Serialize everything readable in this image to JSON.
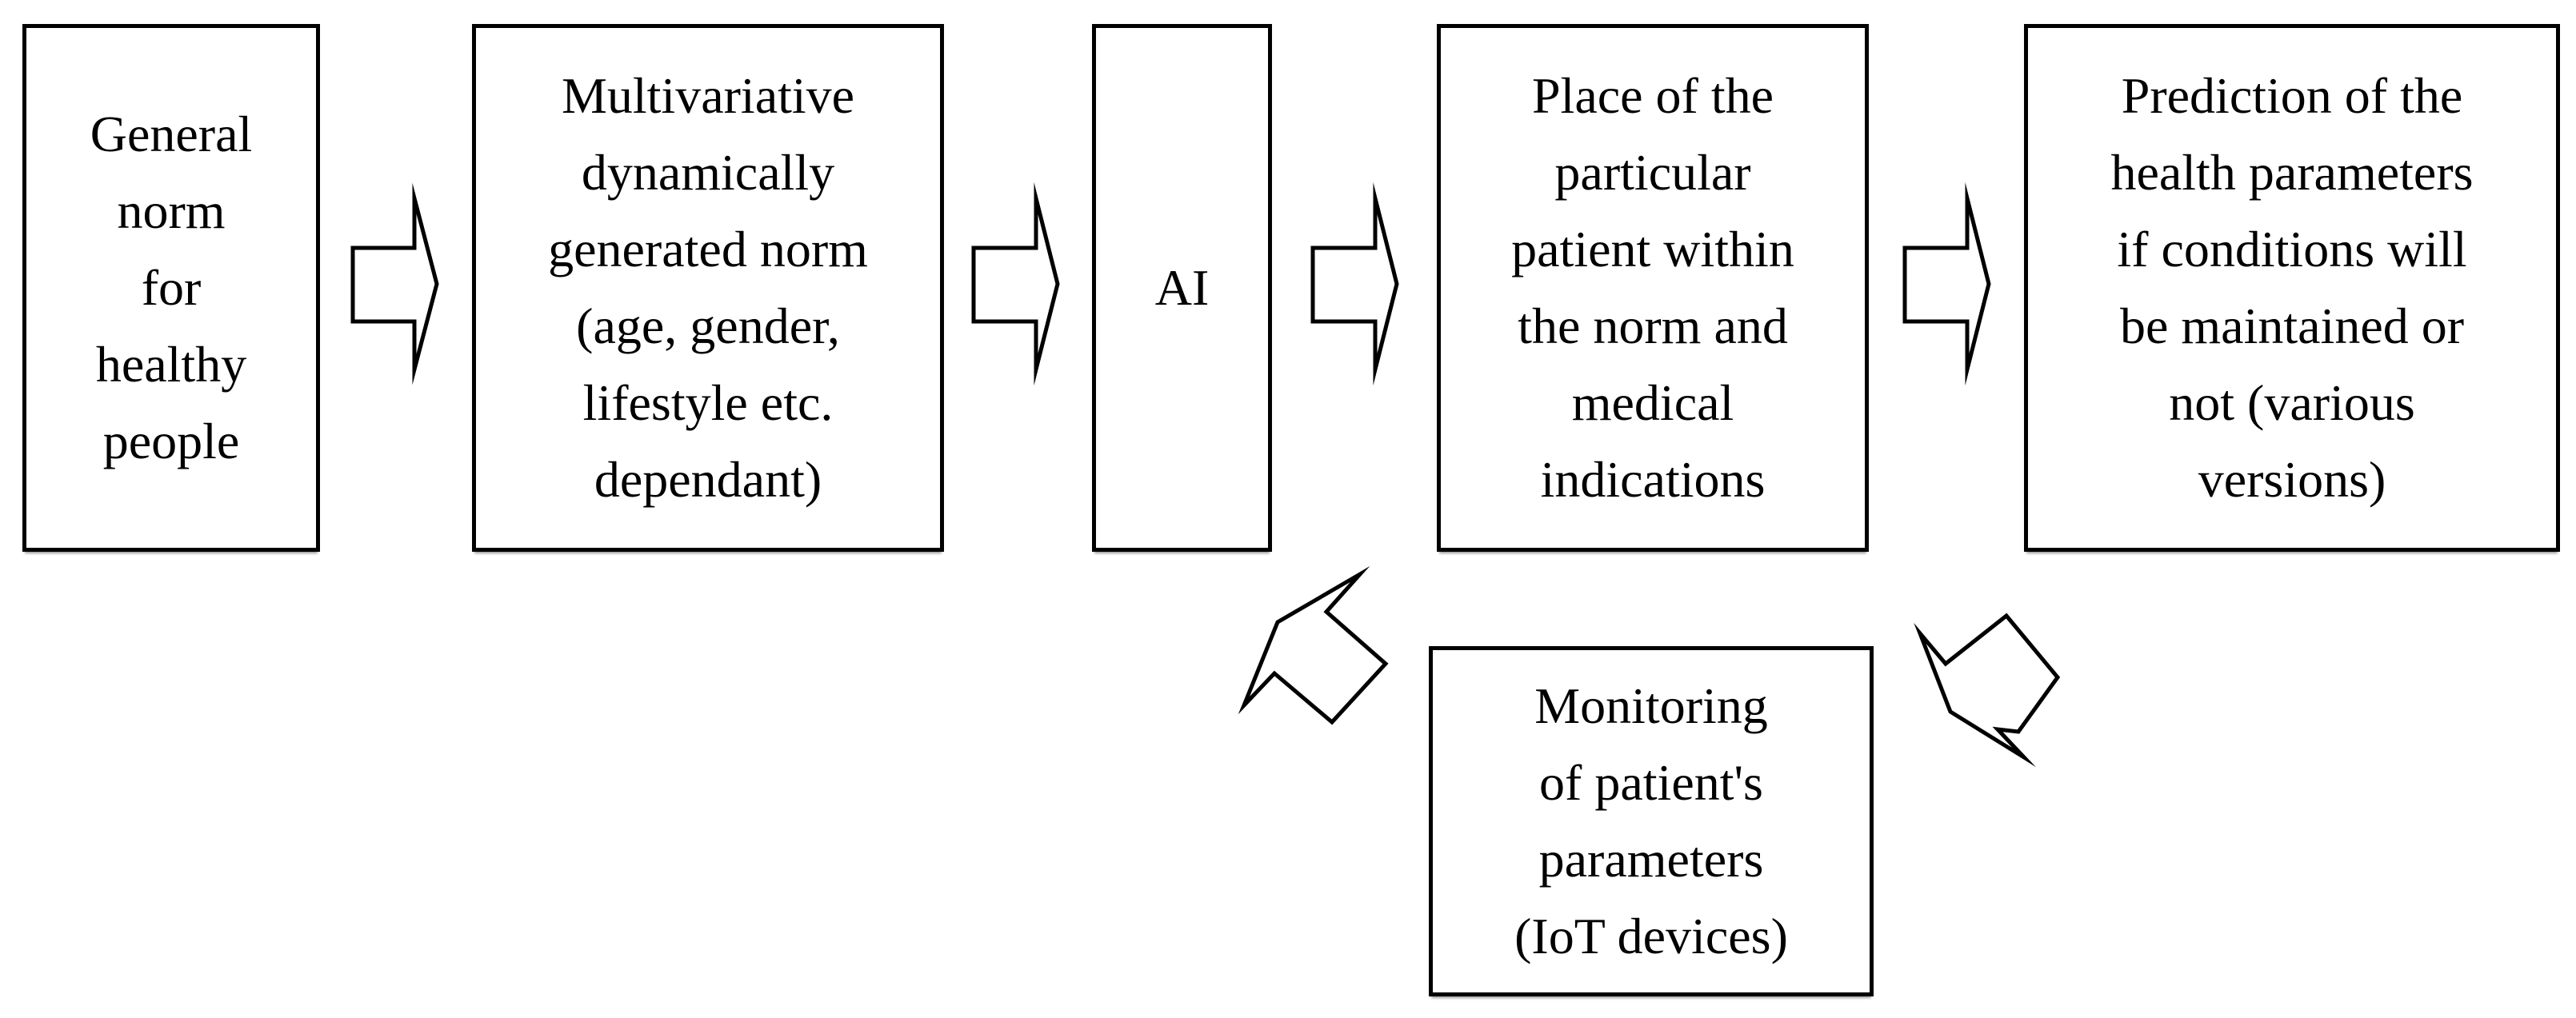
{
  "colors": {
    "stroke": "#000000",
    "box_fill": "#ffffff",
    "text": "#000000",
    "background": "#ffffff"
  },
  "boxes": {
    "general_norm": {
      "lines": [
        "General",
        "norm",
        "for",
        "healthy",
        "people"
      ]
    },
    "dynamic_norm": {
      "lines": [
        "Multivariative",
        "dynamically",
        "generated norm",
        "(age, gender,",
        "lifestyle etc.",
        "dependant)"
      ]
    },
    "ai": {
      "lines": [
        "AI"
      ]
    },
    "patient_place": {
      "lines": [
        "Place of the",
        "particular",
        "patient within",
        "the norm and",
        "medical",
        "indications"
      ]
    },
    "prediction": {
      "lines": [
        "Prediction of the",
        "health parameters",
        "if conditions will",
        "be maintained or",
        "not (various",
        "versions)"
      ]
    },
    "monitoring": {
      "lines": [
        "Monitoring",
        "of patient's",
        "parameters",
        "(IoT devices)"
      ]
    }
  },
  "icons": {
    "flow_arrow": "block-arrow-right-icon",
    "feedback_up_arrow": "bent-block-arrow-up-icon",
    "feed_down_arrow": "bent-block-arrow-down-icon"
  }
}
